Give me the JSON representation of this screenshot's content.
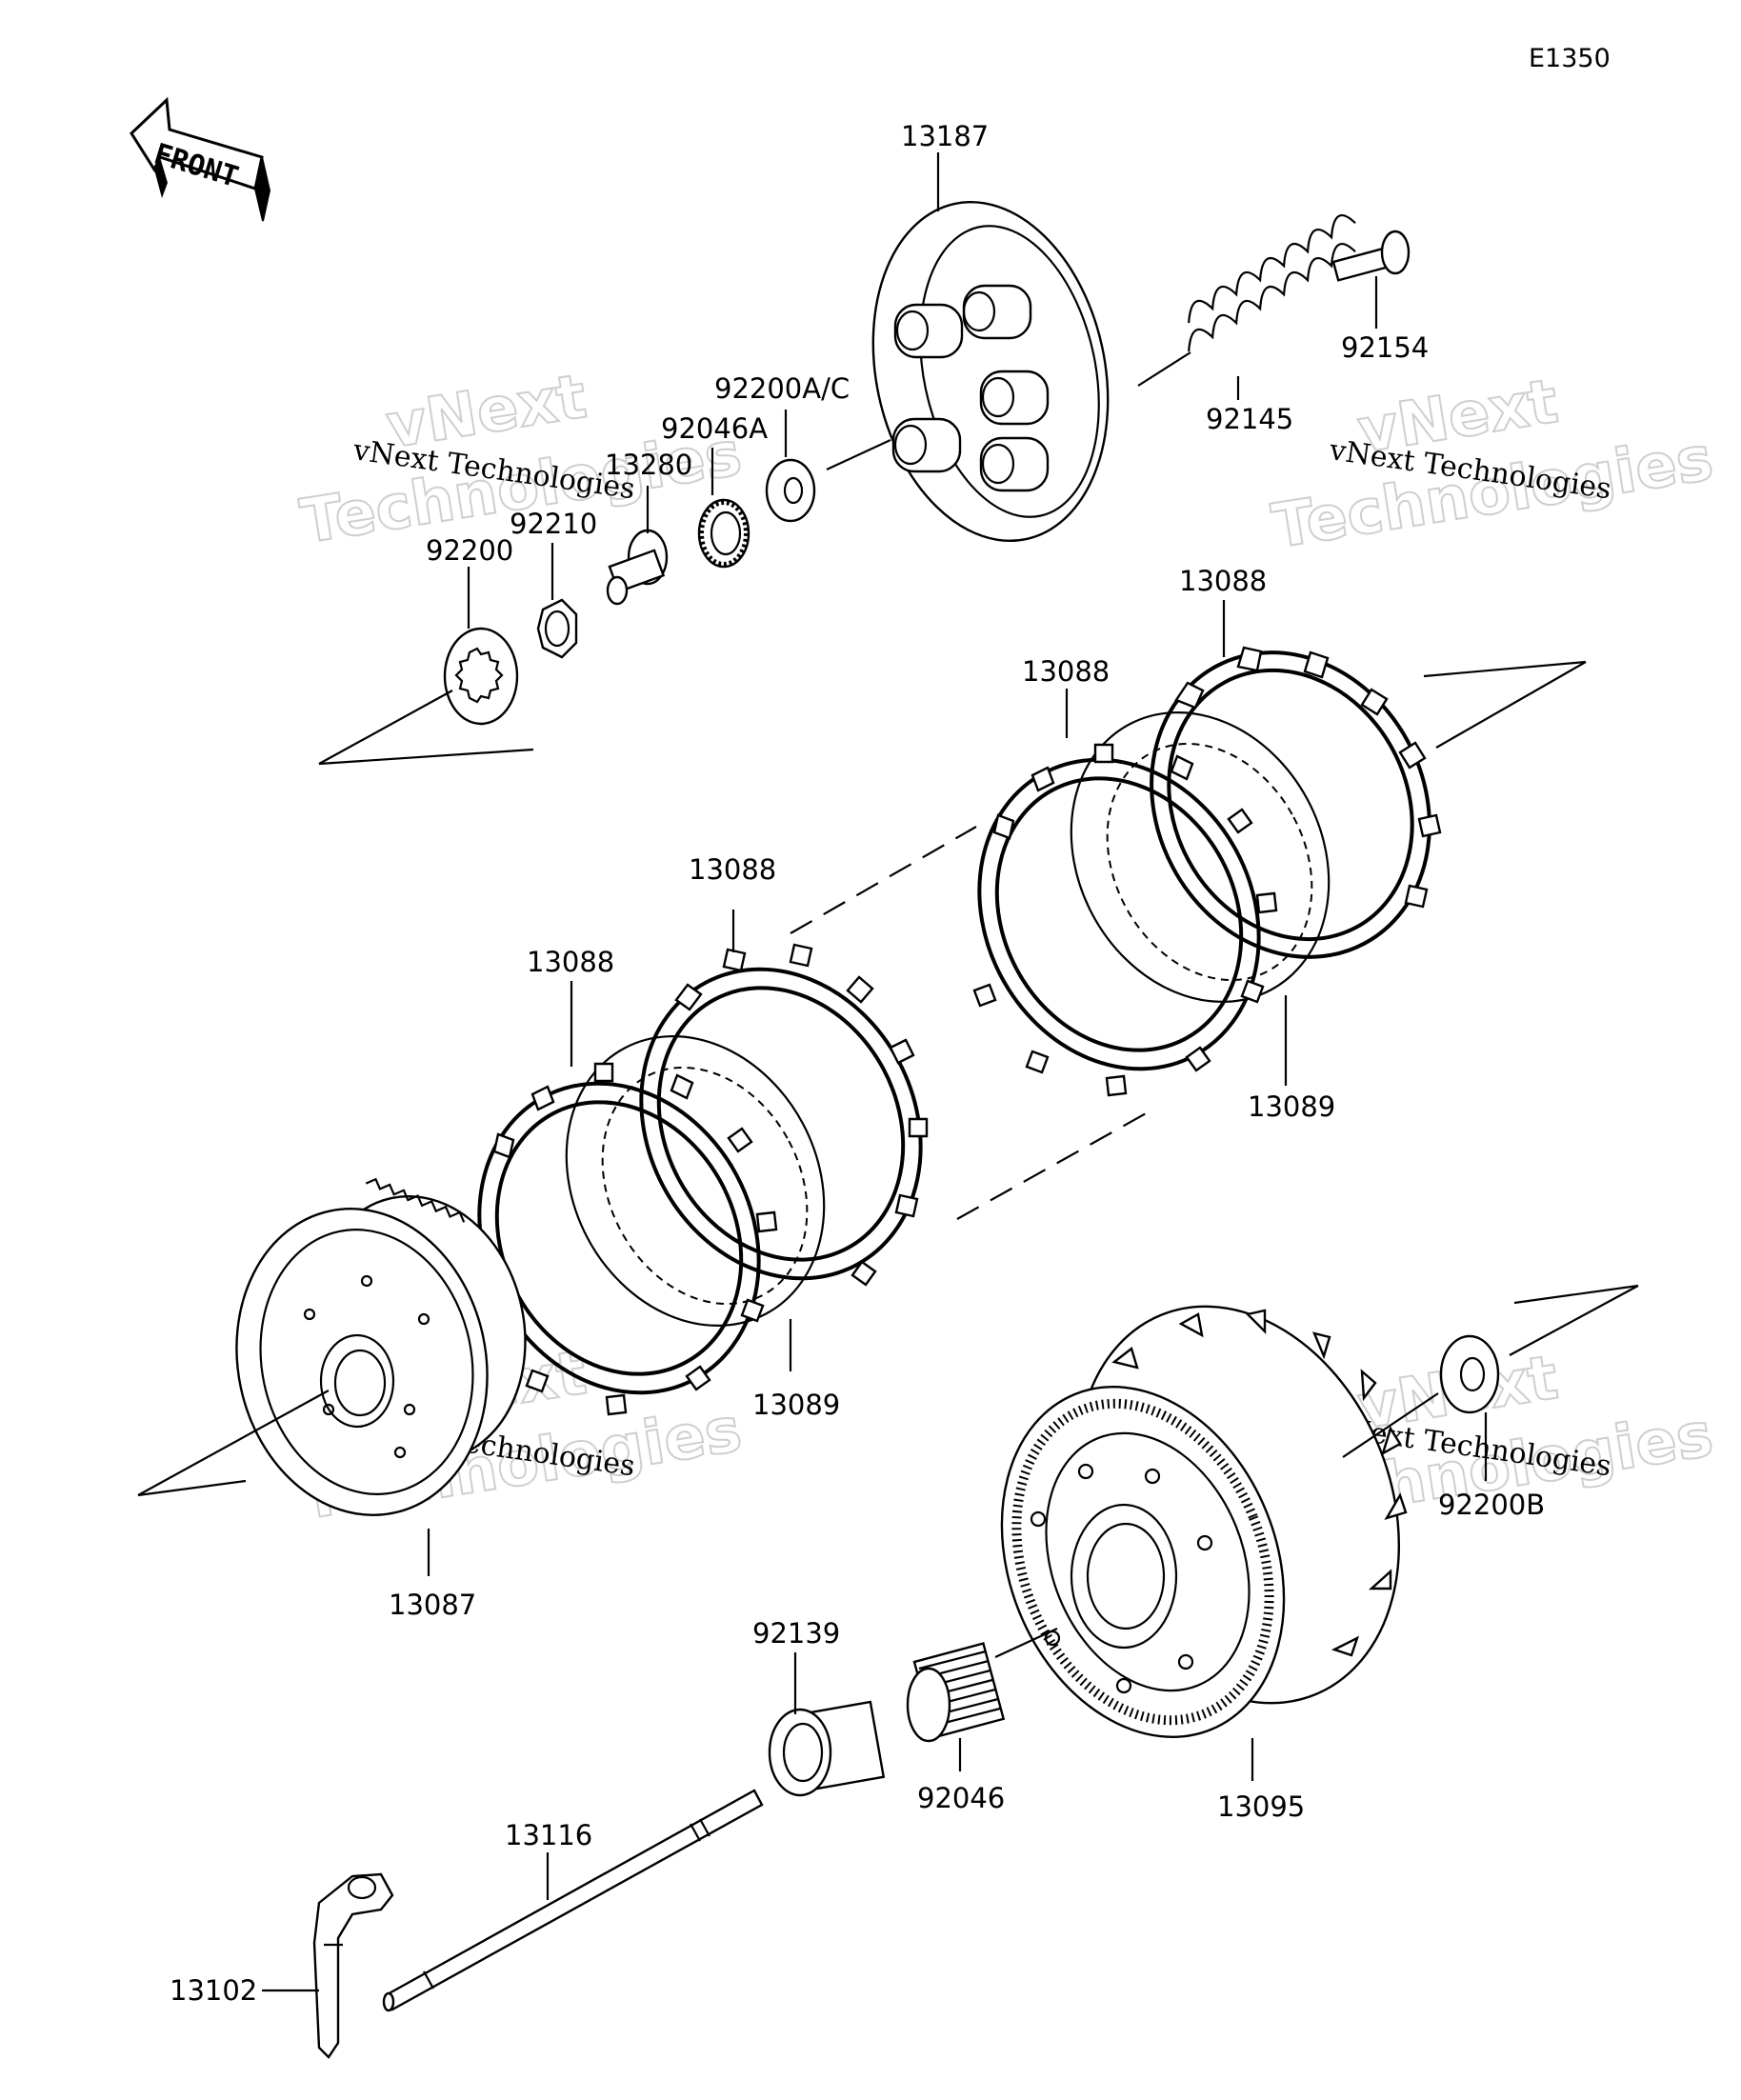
{
  "diagram": {
    "code": "E1350",
    "front_label": "FRONT",
    "watermark": {
      "small": "vNext Technologies",
      "big": "vNext",
      "big2": "Technologies"
    },
    "parts": {
      "p13187": "13187",
      "p92154": "92154",
      "p92145": "92145",
      "p92200AC": "92200A/C",
      "p92046A": "92046A",
      "p13280": "13280",
      "p92210": "92210",
      "p92200": "92200",
      "p13088a": "13088",
      "p13088b": "13088",
      "p13088c": "13088",
      "p13088d": "13088",
      "p13089a": "13089",
      "p13089b": "13089",
      "p13087": "13087",
      "p92200B": "92200B",
      "p92139": "92139",
      "p92046": "92046",
      "p13095": "13095",
      "p13116": "13116",
      "p13102": "13102"
    }
  }
}
